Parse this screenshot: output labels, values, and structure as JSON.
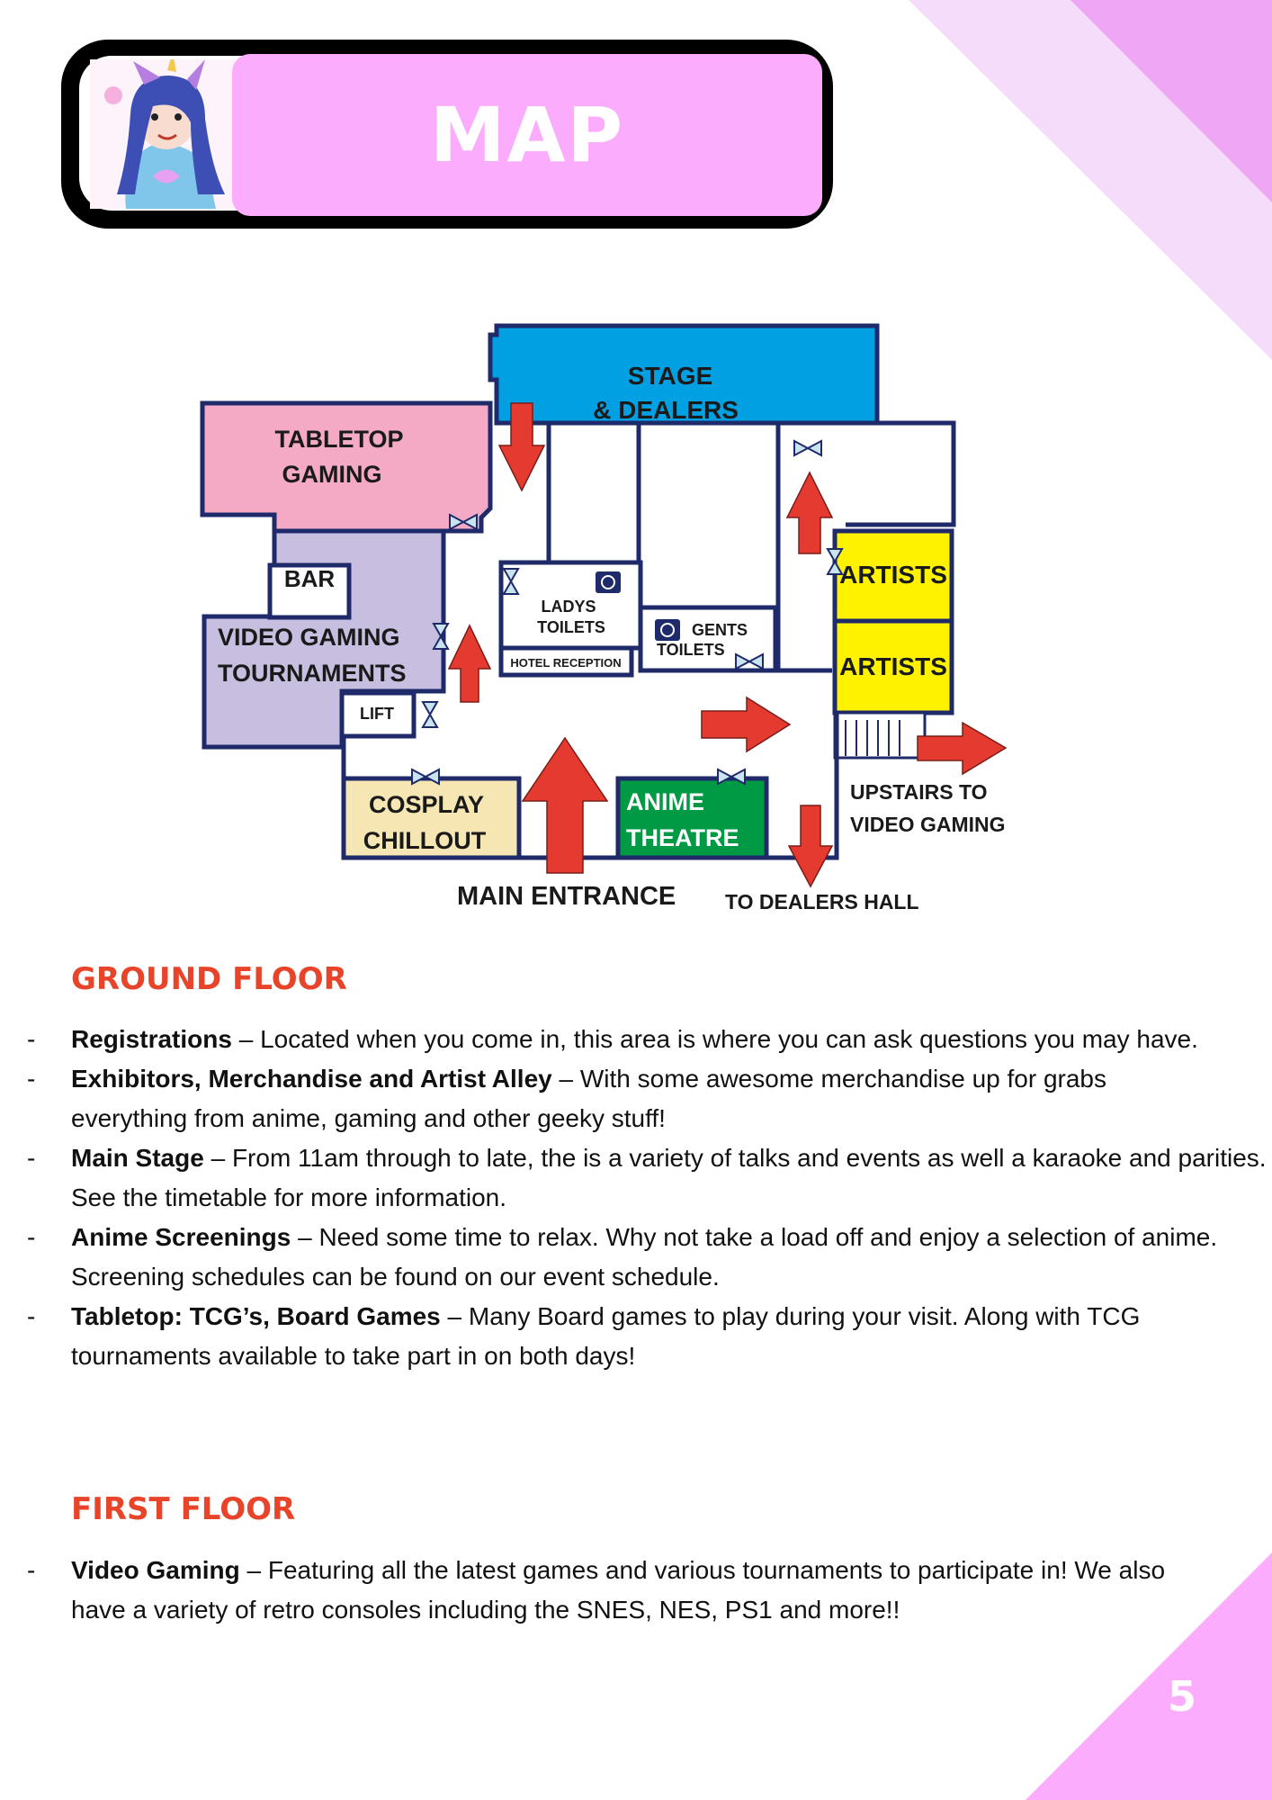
{
  "colors": {
    "accent_pink": "#fcacfc",
    "light_pink": "#f4d6fb",
    "heading_orange": "#e8442a",
    "stage_blue": "#00a0e3",
    "tabletop_pink": "#f4a9c4",
    "video_lavender": "#c8bfe0",
    "artists_yellow": "#fff200",
    "anime_green": "#009a44",
    "cosplay_beige": "#f5e6b4",
    "wall_navy": "#1f2a6b",
    "arrow_red": "#e53a2f"
  },
  "header": {
    "title": "MAP",
    "avatar_icon": "anime-mascot-icon"
  },
  "map": {
    "rooms": {
      "stage": [
        "STAGE",
        "& DEALERS"
      ],
      "tabletop": [
        "TABLETOP",
        "GAMING"
      ],
      "bar": "BAR",
      "video_gaming": [
        "VIDEO GAMING",
        "TOURNAMENTS"
      ],
      "lift": "LIFT",
      "ladys": [
        "LADYS",
        "TOILETS"
      ],
      "gents": [
        "GENTS",
        "TOILETS"
      ],
      "reception": "HOTEL RECEPTION",
      "artists_1": "ARTISTS",
      "artists_2": "ARTISTS",
      "cosplay": [
        "COSPLAY",
        "CHILLOUT"
      ],
      "anime": [
        "ANIME",
        "THEATRE"
      ]
    },
    "labels": {
      "main_entrance": "MAIN ENTRANCE",
      "to_dealers": "TO DEALERS HALL",
      "upstairs": [
        "UPSTAIRS TO",
        "VIDEO GAMING"
      ]
    }
  },
  "ground_floor": {
    "heading": "GROUND FLOOR",
    "items": [
      {
        "title": "Registrations",
        "text": " – Located when you come in, this area is where you can ask questions you may have."
      },
      {
        "title": "Exhibitors, Merchandise and Artist Alley",
        "text": " – With some awesome merchandise up for grabs everything from anime, gaming and other geeky stuff!"
      },
      {
        "title": "Main Stage",
        "text": " – From 11am through to late, the is a variety of talks and events as well a karaoke and parities. See the timetable for more information."
      },
      {
        "title": "Anime Screenings",
        "text": " – Need some time to relax. Why not take a load off and enjoy a selection of anime. Screening schedules can be found on our event schedule."
      },
      {
        "title": "Tabletop: TCG’s, Board Games",
        "text": " – Many Board games to play during your visit. Along with TCG tournaments available to take part in on both days!"
      }
    ]
  },
  "first_floor": {
    "heading": "FIRST FLOOR",
    "items": [
      {
        "title": "Video Gaming",
        "text": " – Featuring all the latest games and various tournaments to participate in! We also have a variety of retro consoles including the SNES, NES, PS1 and more!!"
      }
    ]
  },
  "bullet_dash": "-",
  "page_number": "5"
}
